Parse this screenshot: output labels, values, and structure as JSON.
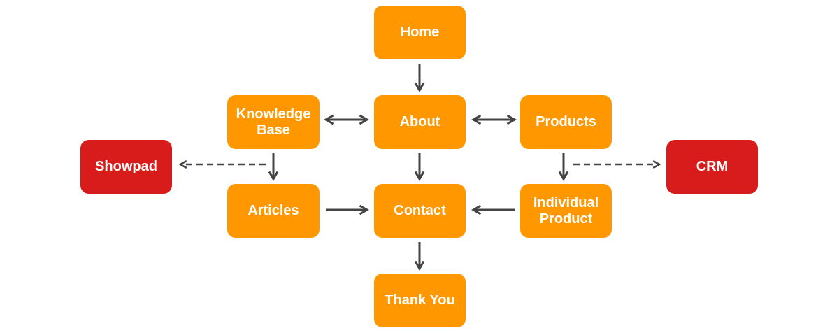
{
  "colors": {
    "page_node": "#ff9800",
    "external_node": "#d81b1b",
    "node_text": "#ffffff",
    "connector": "#444444",
    "background": "#ffffff"
  },
  "nodes": {
    "home": {
      "label": "Home",
      "kind": "page"
    },
    "about": {
      "label": "About",
      "kind": "page"
    },
    "knowledge_base": {
      "label": "Knowledge\nBase",
      "kind": "page"
    },
    "products": {
      "label": "Products",
      "kind": "page"
    },
    "showpad": {
      "label": "Showpad",
      "kind": "external"
    },
    "crm": {
      "label": "CRM",
      "kind": "external"
    },
    "articles": {
      "label": "Articles",
      "kind": "page"
    },
    "contact": {
      "label": "Contact",
      "kind": "page"
    },
    "individual_product": {
      "label": "Individual\nProduct",
      "kind": "page"
    },
    "thank_you": {
      "label": "Thank You",
      "kind": "page"
    }
  },
  "edges": [
    {
      "from": "home",
      "to": "about",
      "style": "solid",
      "direction": "forward"
    },
    {
      "from": "knowledge_base",
      "to": "about",
      "style": "solid",
      "direction": "both"
    },
    {
      "from": "about",
      "to": "products",
      "style": "solid",
      "direction": "both"
    },
    {
      "from": "about",
      "to": "contact",
      "style": "solid",
      "direction": "forward"
    },
    {
      "from": "knowledge_base",
      "to": "articles",
      "style": "solid",
      "direction": "forward"
    },
    {
      "from": "knowledge_base",
      "to": "showpad",
      "style": "dashed",
      "direction": "forward"
    },
    {
      "from": "products",
      "to": "individual_product",
      "style": "solid",
      "direction": "forward"
    },
    {
      "from": "products",
      "to": "crm",
      "style": "dashed",
      "direction": "forward"
    },
    {
      "from": "articles",
      "to": "contact",
      "style": "solid",
      "direction": "forward"
    },
    {
      "from": "individual_product",
      "to": "contact",
      "style": "solid",
      "direction": "forward"
    },
    {
      "from": "contact",
      "to": "thank_you",
      "style": "solid",
      "direction": "forward"
    }
  ]
}
